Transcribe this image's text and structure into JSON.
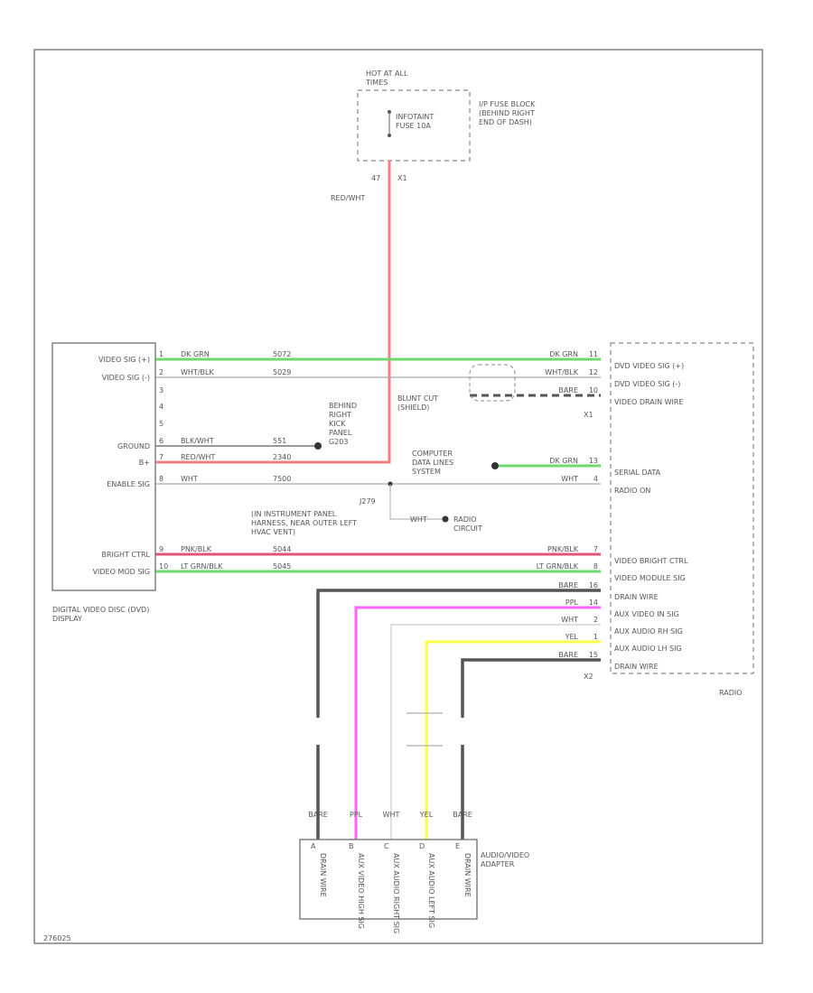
{
  "fuse": {
    "hot_label": "HOT AT ALL TIMES",
    "fuse_name": "INFOTAINT FUSE 10A",
    "block_label": "I/P FUSE BLOCK (BEHIND RIGHT END OF DASH)",
    "pin_left": "47",
    "pin_right": "X1",
    "wire_label": "RED/WHT"
  },
  "dvd": {
    "pins": [
      {
        "num": "1",
        "label": "VIDEO SIG (+)",
        "wire": "DK GRN",
        "circuit": "5072"
      },
      {
        "num": "2",
        "label": "VIDEO SIG (-)",
        "wire": "WHT/BLK",
        "circuit": "5029"
      },
      {
        "num": "3",
        "label": "",
        "wire": "",
        "circuit": ""
      },
      {
        "num": "4",
        "label": "",
        "wire": "",
        "circuit": ""
      },
      {
        "num": "5",
        "label": "",
        "wire": "",
        "circuit": ""
      },
      {
        "num": "6",
        "label": "GROUND",
        "wire": "BLK/WHT",
        "circuit": "551"
      },
      {
        "num": "7",
        "label": "B+",
        "wire": "RED/WHT",
        "circuit": "2340"
      },
      {
        "num": "8",
        "label": "ENABLE SIG",
        "wire": "WHT",
        "circuit": "7500"
      },
      {
        "num": "9",
        "label": "BRIGHT CTRL",
        "wire": "PNK/BLK",
        "circuit": "5044"
      },
      {
        "num": "10",
        "label": "VIDEO MOD SIG",
        "wire": "LT GRN/BLK",
        "circuit": "5045"
      }
    ],
    "name": "DIGITAL VIDEO DISC (DVD) DISPLAY"
  },
  "radio": {
    "pins": [
      {
        "num": "11",
        "label": "DVD VIDEO SIG (+)",
        "wire": "DK GRN"
      },
      {
        "num": "12",
        "label": "DVD VIDEO SIG (-)",
        "wire": "WHT/BLK"
      },
      {
        "num": "10",
        "label": "VIDEO DRAIN WIRE",
        "wire": "BARE"
      },
      {
        "num": "13",
        "label": "SERIAL DATA",
        "wire": "DK GRN"
      },
      {
        "num": "4",
        "label": "RADIO ON",
        "wire": "WHT"
      },
      {
        "num": "7",
        "label": "VIDEO BRIGHT CTRL",
        "wire": "PNK/BLK"
      },
      {
        "num": "8",
        "label": "VIDEO MODULE SIG",
        "wire": "LT GRN/BLK"
      },
      {
        "num": "16",
        "label": "DRAIN WIRE",
        "wire": "BARE"
      },
      {
        "num": "14",
        "label": "AUX VIDEO IN SIG",
        "wire": "PPL"
      },
      {
        "num": "2",
        "label": "AUX AUDIO RH SIG",
        "wire": "WHT"
      },
      {
        "num": "1",
        "label": "AUX AUDIO LH SIG",
        "wire": "YEL"
      },
      {
        "num": "15",
        "label": "DRAIN WIRE",
        "wire": "BARE"
      }
    ],
    "connector_x1": "X1",
    "connector_x2": "X2",
    "name": "RADIO"
  },
  "splices": {
    "shield": "BLUNT CUT (SHIELD)",
    "ground": "BEHIND RIGHT KICK PANEL G203",
    "computer": "COMPUTER DATA LINES SYSTEM",
    "j_label": "J279",
    "j_desc": "(IN INSTRUMENT PANEL HARNESS, NEAR OUTER LEFT HVAC VENT)",
    "wht_label": "WHT",
    "radio_circuit": "RADIO CIRCUIT"
  },
  "adapter": {
    "name": "AUDIO/VIDEO ADAPTER",
    "wire_labels": [
      "BARE",
      "PPL",
      "WHT",
      "YEL",
      "BARE"
    ],
    "pin_labels": [
      "DRAIN WIRE",
      "AUX VIDEO HIGH SIG",
      "AUX AUDIO RIGHT SIG",
      "AUX AUDIO LEFT SIG",
      "DRAIN WIRE"
    ],
    "pin_nums": [
      "A",
      "B",
      "C",
      "D",
      "E"
    ]
  },
  "footer_code": "276025",
  "colors": {
    "red": "#f08080",
    "green": "#6fd86f",
    "pink": "#e05577",
    "magenta": "#ff66ff",
    "yellow": "#ffff44",
    "dark": "#555555",
    "light": "#cccccc"
  }
}
